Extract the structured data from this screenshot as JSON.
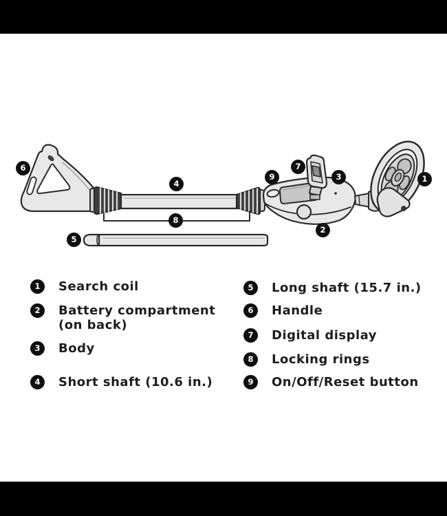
{
  "page": {
    "background": "#ffffff",
    "letterbox_color": "#000000"
  },
  "diagram": {
    "callouts": [
      "1",
      "2",
      "3",
      "4",
      "5",
      "6",
      "7",
      "8",
      "9"
    ],
    "colors": {
      "outline": "#2b2b2b",
      "part_fill": "#e8e8e8",
      "part_shade": "#d2d2d2",
      "locking_ring": "#3f3f3f",
      "badge_background": "#0f0f0f",
      "badge_text": "#ffffff"
    }
  },
  "legend": {
    "left": [
      {
        "number": "1",
        "label": "Search coil"
      },
      {
        "number": "2",
        "label": "Battery compartment",
        "label2": "(on back)"
      },
      {
        "number": "3",
        "label": "Body"
      },
      {
        "number": "4",
        "label": "Short shaft (10.6 in.)"
      }
    ],
    "right": [
      {
        "number": "5",
        "label": "Long shaft (15.7 in.)"
      },
      {
        "number": "6",
        "label": "Handle"
      },
      {
        "number": "7",
        "label": "Digital display"
      },
      {
        "number": "8",
        "label": "Locking rings"
      },
      {
        "number": "9",
        "label": "On/Off/Reset button"
      }
    ]
  }
}
